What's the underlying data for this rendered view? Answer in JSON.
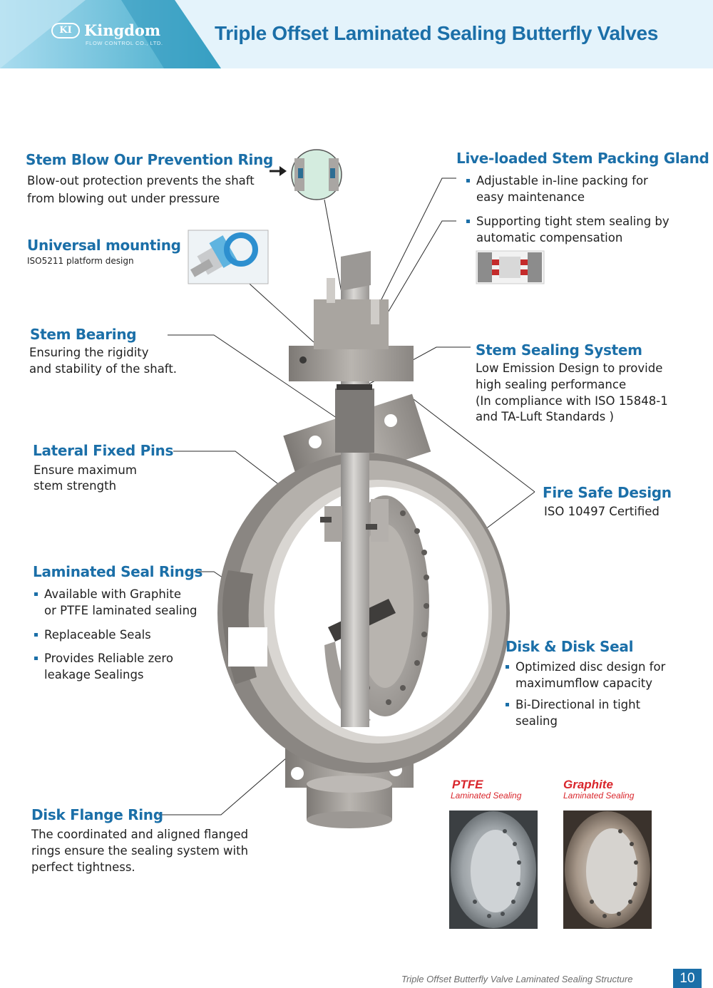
{
  "header": {
    "logo_badge": "KI",
    "logo_name": "Kingdom",
    "logo_subtitle": "FLOW CONTROL CO., LTD.",
    "title": "Triple Offset Laminated Sealing Butterfly Valves",
    "background_color": "#e4f3fb",
    "accent_color": "#1b6fa8"
  },
  "features": {
    "stem_blow": {
      "title": "Stem Blow Our Prevention Ring",
      "line1": "Blow-out protection prevents the shaft",
      "line2": "from blowing out under pressure"
    },
    "universal_mounting": {
      "title": "Universal mounting",
      "text": "ISO5211 platform design"
    },
    "stem_bearing": {
      "title": "Stem Bearing",
      "line1": "Ensuring the rigidity",
      "line2": "and stability of the shaft."
    },
    "lateral_pins": {
      "title": "Lateral Fixed Pins",
      "line1": "Ensure maximum",
      "line2": "stem strength"
    },
    "laminated_rings": {
      "title": "Laminated Seal Rings",
      "bullets": [
        {
          "line1": "Available with Graphite",
          "line2": "or PTFE laminated sealing"
        },
        {
          "line1": "Replaceable Seals",
          "line2": ""
        },
        {
          "line1": "Provides Reliable zero",
          "line2": "leakage Sealings"
        }
      ]
    },
    "disk_flange": {
      "title": "Disk Flange Ring",
      "line1": "The coordinated and aligned flanged",
      "line2": "rings ensure the sealing system with",
      "line3": "perfect tightness."
    },
    "live_loaded": {
      "title": "Live-loaded Stem Packing Gland",
      "bullets": [
        {
          "line1": "Adjustable in-line packing for",
          "line2": "easy maintenance"
        },
        {
          "line1": "Supporting tight stem sealing by",
          "line2": "automatic compensation"
        }
      ]
    },
    "stem_sealing": {
      "title": "Stem Sealing System",
      "line1": "Low Emission Design to provide",
      "line2": "high sealing performance",
      "line3": "(In compliance with ISO 15848-1",
      "line4": "and TA-Luft Standards )"
    },
    "fire_safe": {
      "title": "Fire Safe Design",
      "text": "ISO 10497 Certified"
    },
    "disk_seal": {
      "title": "Disk & Disk Seal",
      "bullets": [
        {
          "line1": "Optimized disc design for",
          "line2": "maximumflow capacity"
        },
        {
          "line1": "Bi-Directional in tight",
          "line2": "sealing"
        }
      ]
    }
  },
  "samples": [
    {
      "label": "PTFE",
      "sub": "Laminated Sealing"
    },
    {
      "label": "Graphite",
      "sub": "Laminated Sealing"
    }
  ],
  "footer": {
    "caption": "Triple Offset Butterfly Valve Laminated Sealing Structure",
    "page_number": "10"
  },
  "colors": {
    "title_blue": "#1b6fa8",
    "sample_red": "#d9262c",
    "metal": "#9c9894"
  }
}
